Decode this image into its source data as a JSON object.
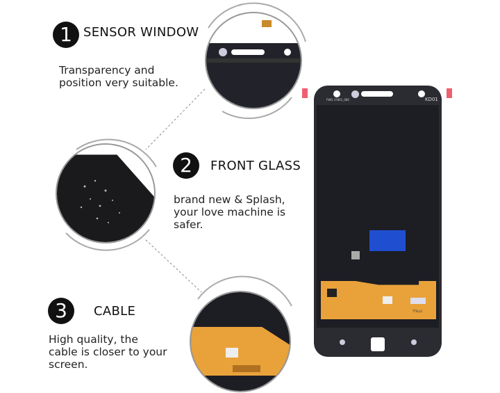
{
  "features": [
    {
      "number": "1",
      "title": "SENSOR WINDOW",
      "description": [
        "Transparency and",
        "position very suitable."
      ]
    },
    {
      "number": "2",
      "title": "FRONT GLASS",
      "description": [
        "brand  new & Splash,",
        "your love machine is",
        "safer."
      ]
    },
    {
      "number": "3",
      "title": "CABLE",
      "description": [
        "High quality, the",
        "cable is closer to your",
        "screen."
      ]
    }
  ],
  "phone": {
    "label_top_left": "FWD 37801_080",
    "label_top_right": "KD01",
    "flex_label": "TTKLL2"
  },
  "colors": {
    "panel": "#1d1d24",
    "bezel": "#2b2c31",
    "flex": "#e9a23a",
    "blue_patch": "#1f4fd0",
    "marker": "#ee6070"
  }
}
